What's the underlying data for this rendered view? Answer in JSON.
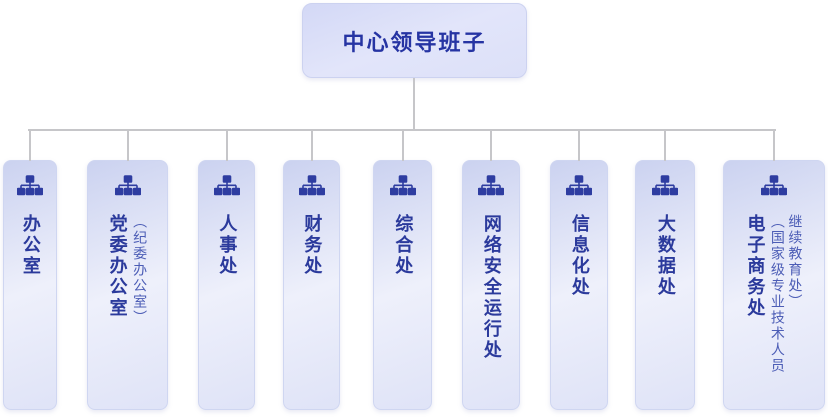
{
  "root": {
    "label": "中心领导班子"
  },
  "departments": [
    {
      "name": "办公室"
    },
    {
      "name": "党委办公室",
      "note": "（纪委办公室）"
    },
    {
      "name": "人事处"
    },
    {
      "name": "财务处"
    },
    {
      "name": "综合处"
    },
    {
      "name": "网络安全运行处"
    },
    {
      "name": "信息化处"
    },
    {
      "name": "大数据处"
    },
    {
      "name": "电子商务处",
      "note": "（国家级专业技术人员继续教育处）"
    }
  ],
  "icons": {
    "department": "sitemap-icon"
  },
  "colors": {
    "title_text": "#2634a3",
    "department_text": "#2b3a9c",
    "note_text": "#4c5db6",
    "icon": "#2e3da1",
    "connector_line": "#c6c6c9",
    "card_top": "#cbd2f0",
    "card_middle": "#eef0fb",
    "card_bottom": "#dfe3f7",
    "background": "#ffffff"
  }
}
